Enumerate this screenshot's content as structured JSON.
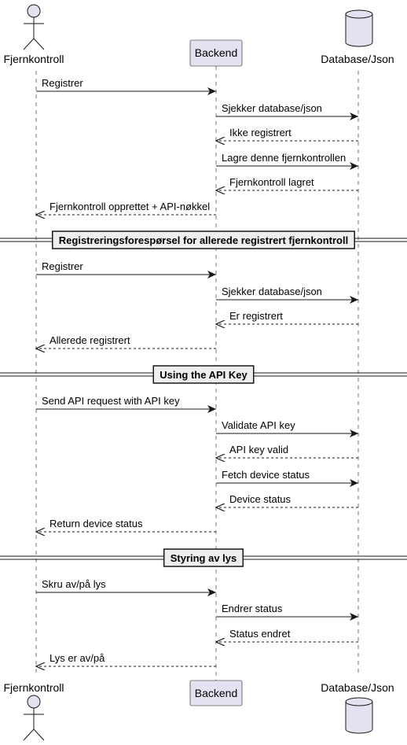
{
  "participants": [
    {
      "id": "fjernkontroll",
      "label": "Fjernkontroll",
      "kind": "actor-icon"
    },
    {
      "id": "backend",
      "label": "Backend",
      "kind": "box"
    },
    {
      "id": "database",
      "label": "Database/Json",
      "kind": "database-icon"
    }
  ],
  "messages": [
    {
      "from": "fjernkontroll",
      "to": "backend",
      "label": "Registrer",
      "style": "solid"
    },
    {
      "from": "backend",
      "to": "database",
      "label": "Sjekker database/json",
      "style": "solid"
    },
    {
      "from": "database",
      "to": "backend",
      "label": "Ikke registrert",
      "style": "dashed"
    },
    {
      "from": "backend",
      "to": "database",
      "label": "Lagre denne fjernkontrollen",
      "style": "solid"
    },
    {
      "from": "database",
      "to": "backend",
      "label": "Fjernkontroll lagret",
      "style": "dashed"
    },
    {
      "from": "backend",
      "to": "fjernkontroll",
      "label": "Fjernkontroll opprettet + API-nøkkel",
      "style": "dashed"
    },
    {
      "divider": "Registreringsforespørsel for allerede registrert fjernkontroll"
    },
    {
      "from": "fjernkontroll",
      "to": "backend",
      "label": "Registrer",
      "style": "solid"
    },
    {
      "from": "backend",
      "to": "database",
      "label": "Sjekker database/json",
      "style": "solid"
    },
    {
      "from": "database",
      "to": "backend",
      "label": "Er registrert",
      "style": "dashed"
    },
    {
      "from": "backend",
      "to": "fjernkontroll",
      "label": "Allerede registrert",
      "style": "dashed"
    },
    {
      "divider": "Using the API Key"
    },
    {
      "from": "fjernkontroll",
      "to": "backend",
      "label": "Send API request with API key",
      "style": "solid"
    },
    {
      "from": "backend",
      "to": "database",
      "label": "Validate API key",
      "style": "solid"
    },
    {
      "from": "database",
      "to": "backend",
      "label": "API key valid",
      "style": "dashed"
    },
    {
      "from": "backend",
      "to": "database",
      "label": "Fetch device status",
      "style": "solid"
    },
    {
      "from": "database",
      "to": "backend",
      "label": "Device status",
      "style": "dashed"
    },
    {
      "from": "backend",
      "to": "fjernkontroll",
      "label": "Return device status",
      "style": "dashed"
    },
    {
      "divider": "Styring av lys"
    },
    {
      "from": "fjernkontroll",
      "to": "backend",
      "label": "Skru av/på lys",
      "style": "solid"
    },
    {
      "from": "backend",
      "to": "database",
      "label": "Endrer status",
      "style": "solid"
    },
    {
      "from": "database",
      "to": "backend",
      "label": "Status endret",
      "style": "dashed"
    },
    {
      "from": "backend",
      "to": "fjernkontroll",
      "label": "Lys er av/på",
      "style": "dashed"
    }
  ],
  "colors": {
    "participant_fill": "#e2e2f0",
    "divider_fill": "#eeeeee",
    "line": "#181818",
    "lifeline": "#181818",
    "background": "#ffffff"
  }
}
